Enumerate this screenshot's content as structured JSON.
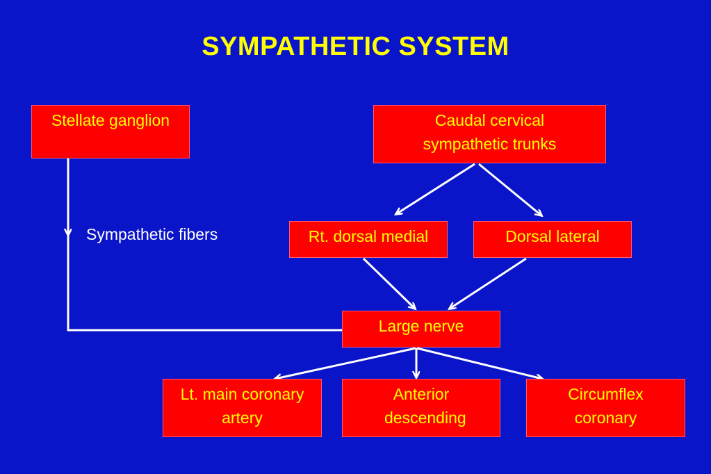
{
  "title": "SYMPATHETIC SYSTEM",
  "nodes": {
    "stellate": "Stellate ganglion",
    "caudal": "Caudal cervical sympathetic trunks",
    "rt_dorsal_medial": "Rt. dorsal medial",
    "dorsal_lateral": "Dorsal lateral",
    "large_nerve": "Large nerve",
    "lt_main_coronary": "Lt. main coronary artery",
    "anterior_descending": "Anterior descending",
    "circumflex": "Circumflex coronary"
  },
  "edge_label": "Sympathetic fibers",
  "colors": {
    "background": "#0a14c8",
    "box": "#ff0000",
    "box_text": "#ffff00",
    "title": "#ffff00",
    "lines": "#ffffff"
  }
}
